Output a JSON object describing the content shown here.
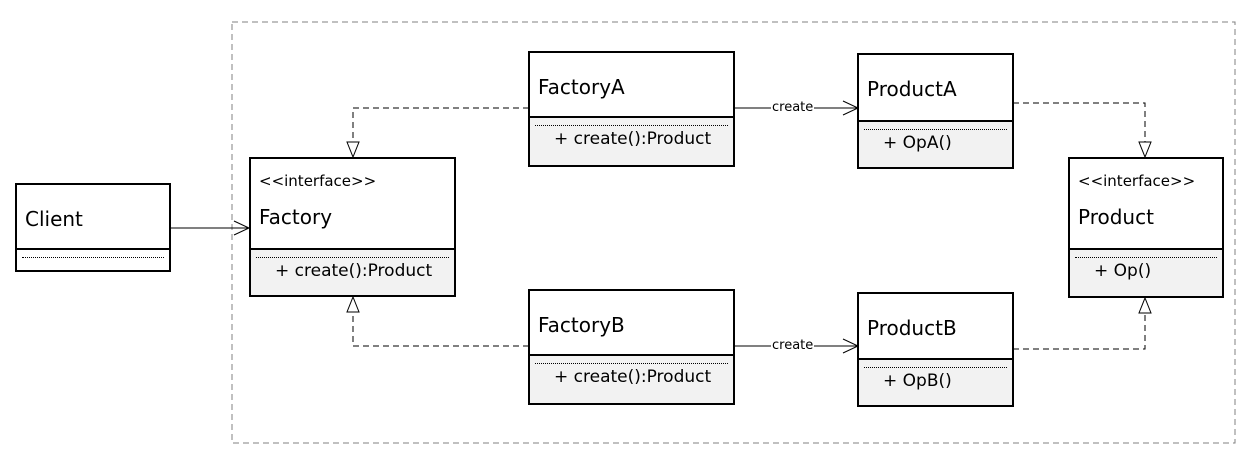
{
  "client": {
    "name": "Client"
  },
  "factory": {
    "stereotype": "<<interface>>",
    "name": "Factory",
    "op": "+ create():Product"
  },
  "factoryA": {
    "name": "FactoryA",
    "op": "+ create():Product"
  },
  "factoryB": {
    "name": "FactoryB",
    "op": "+ create():Product"
  },
  "productA": {
    "name": "ProductA",
    "op": "+ OpA()"
  },
  "productB": {
    "name": "ProductB",
    "op": "+ OpB()"
  },
  "product": {
    "stereotype": "<<interface>>",
    "name": "Product",
    "op": "+ Op()"
  },
  "edges": {
    "createA": "create",
    "createB": "create"
  }
}
